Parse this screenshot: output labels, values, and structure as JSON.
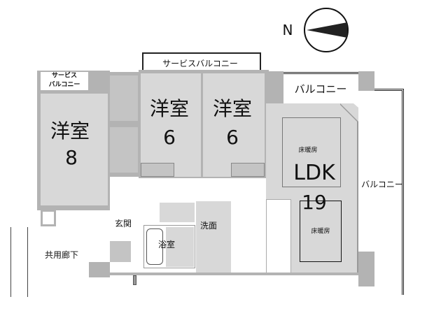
{
  "compass": {
    "label": "N"
  },
  "rooms": {
    "western_8": {
      "name": "洋室",
      "size": "8"
    },
    "western_6a": {
      "name": "洋室",
      "size": "6"
    },
    "western_6b": {
      "name": "洋室",
      "size": "6"
    },
    "ldk": {
      "name": "LDK",
      "size": "19",
      "floor_heating_1": "床暖房",
      "floor_heating_2": "床暖房"
    },
    "entrance": "玄関",
    "bathroom": "浴室",
    "washroom": "洗面",
    "common_corridor": "共用廊下"
  },
  "balconies": {
    "service_top": "サービスバルコニー",
    "service_small_line1": "サービス",
    "service_small_line2": "バルコニー",
    "top_right": "バルコニー",
    "right": "バルコニー"
  }
}
